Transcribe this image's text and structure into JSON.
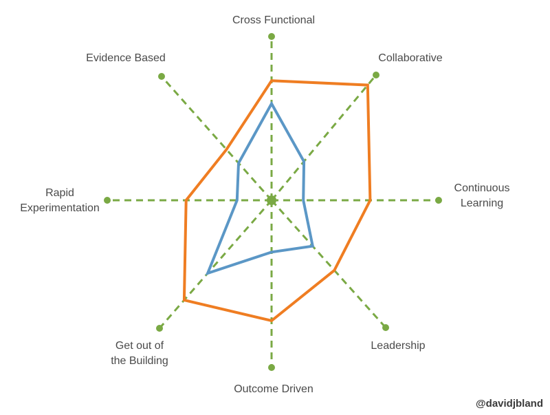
{
  "chart_data": {
    "type": "radar",
    "title": "",
    "axes": [
      {
        "label": [
          "Cross Functional"
        ]
      },
      {
        "label": [
          "Collaborative"
        ]
      },
      {
        "label": [
          "Continuous",
          "Learning"
        ]
      },
      {
        "label": [
          "Leadership"
        ]
      },
      {
        "label": [
          "Outcome Driven"
        ]
      },
      {
        "label": [
          "Get out of",
          "the Building"
        ]
      },
      {
        "label": [
          "Rapid",
          "Experimentation"
        ]
      },
      {
        "label": [
          "Evidence Based"
        ]
      }
    ],
    "range": [
      0,
      1
    ],
    "series": [
      {
        "values": [
          0.73,
          0.92,
          0.59,
          0.55,
          0.72,
          0.78,
          0.52,
          0.41
        ],
        "color": "#ef7d22"
      },
      {
        "values": [
          0.59,
          0.31,
          0.19,
          0.36,
          0.31,
          0.57,
          0.21,
          0.3
        ],
        "color": "#5b97c6"
      }
    ],
    "axis_color": "#7aa944",
    "axis_style": "dashed",
    "legend": "none"
  },
  "credit": "@davidjbland"
}
